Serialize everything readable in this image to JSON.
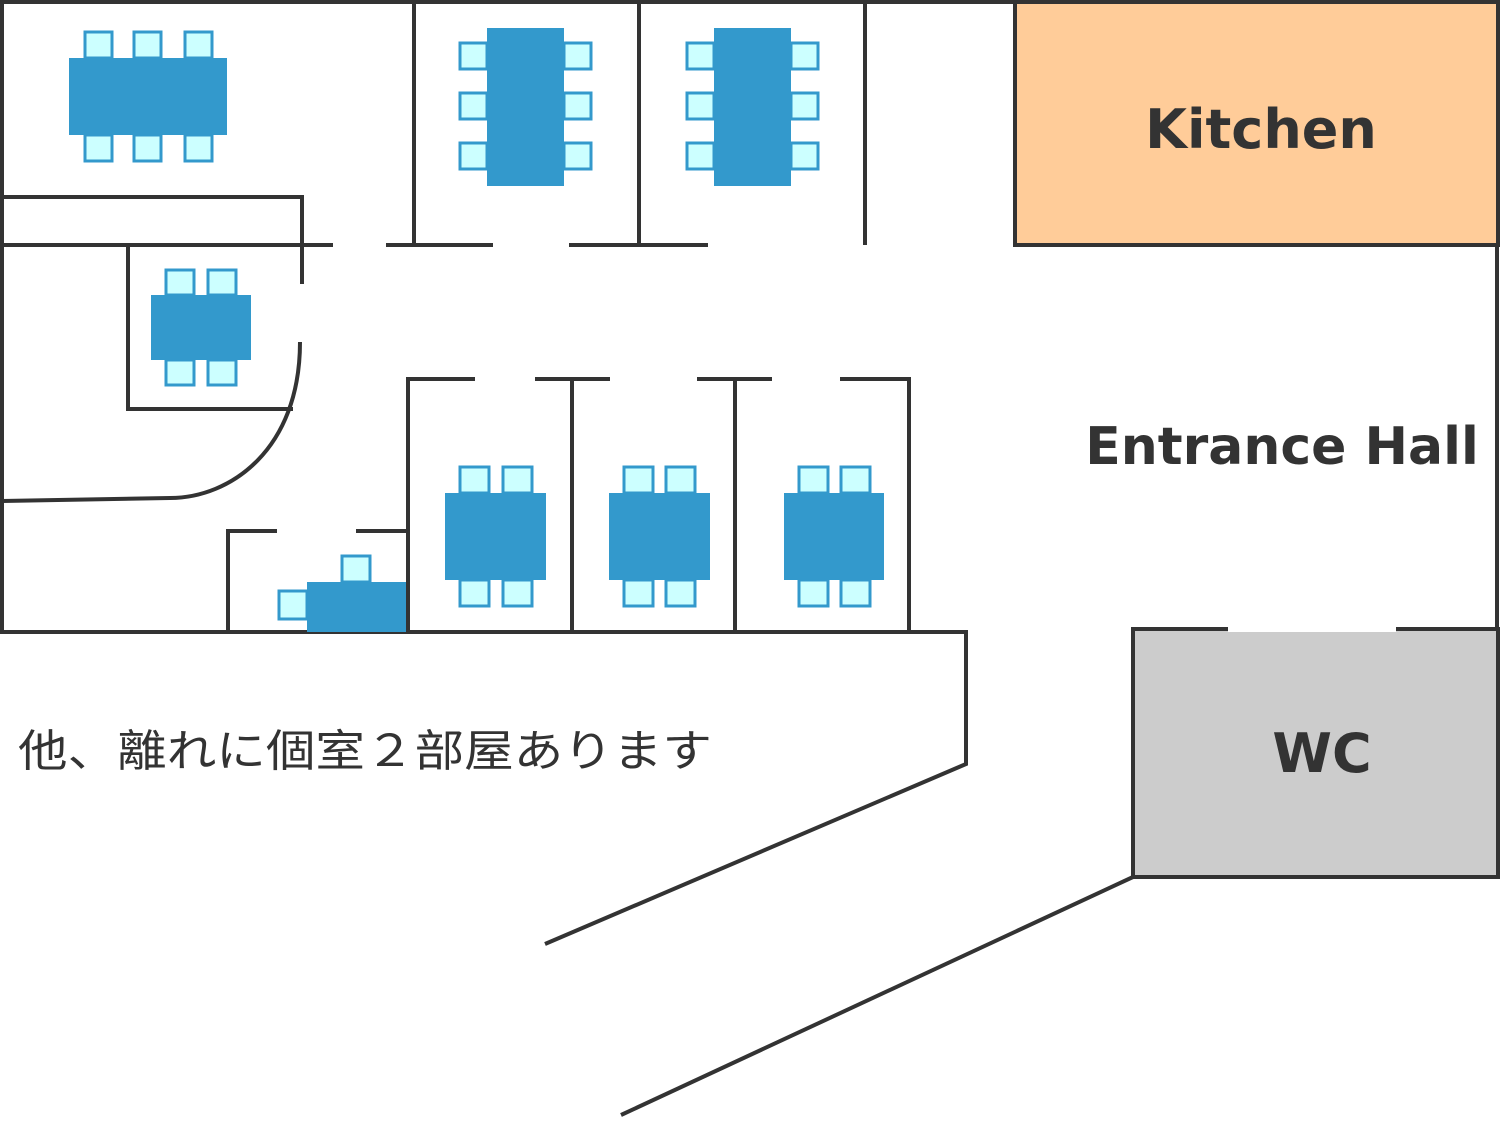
{
  "rooms": {
    "kitchen": {
      "label": "Kitchen",
      "fill": "#ffcc99"
    },
    "entrance_hall": {
      "label": "Entrance Hall"
    },
    "wc": {
      "label": "WC",
      "fill": "#cccccc"
    }
  },
  "note": "他、離れに個室２部屋あります",
  "colors": {
    "wall": "#333333",
    "table": "#3399cc",
    "chair_fill": "#ccffff",
    "chair_stroke": "#3399cc",
    "background": "#ffffff"
  }
}
